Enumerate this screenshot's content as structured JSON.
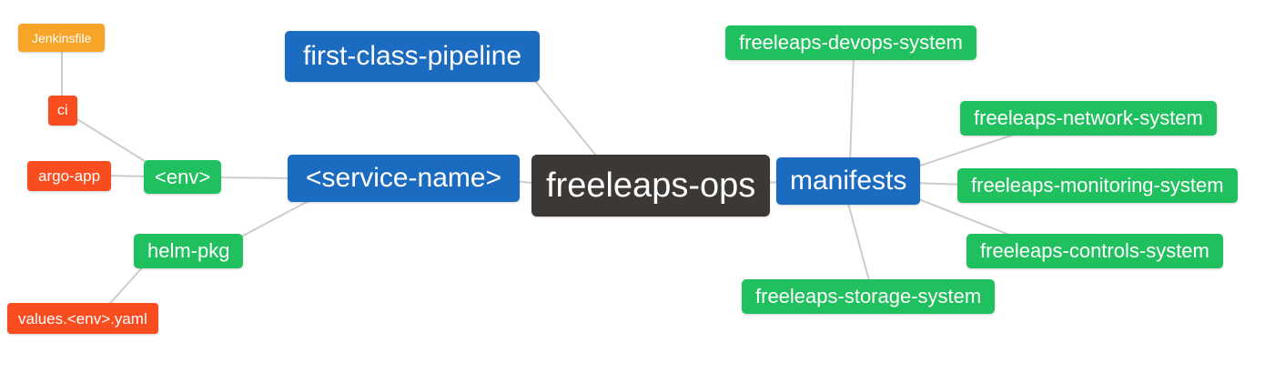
{
  "diagram": {
    "type": "mindmap",
    "root_label": "freeleaps-ops",
    "colors": {
      "root_bg": "#3b3836",
      "branch_bg": "#1b6bc1",
      "sub_branch_bg": "#20c05f",
      "leaf_bg": "#f94c1f",
      "file_bg": "#f7a428",
      "edge": "#cccccc",
      "text": "#ffffff",
      "background": "#ffffff"
    },
    "nodes": {
      "freeleaps_ops": {
        "label": "freeleaps-ops"
      },
      "first_class_pipeline": {
        "label": "first-class-pipeline"
      },
      "service_name": {
        "label": "<service-name>"
      },
      "env": {
        "label": "<env>"
      },
      "ci": {
        "label": "ci"
      },
      "jenkinsfile": {
        "label": "Jenkinsfile"
      },
      "argo_app": {
        "label": "argo-app"
      },
      "helm_pkg": {
        "label": "helm-pkg"
      },
      "values_env_yaml": {
        "label": "values.<env>.yaml"
      },
      "manifests": {
        "label": "manifests"
      },
      "devops_system": {
        "label": "freeleaps-devops-system"
      },
      "network_system": {
        "label": "freeleaps-network-system"
      },
      "monitoring_system": {
        "label": "freeleaps-monitoring-system"
      },
      "controls_system": {
        "label": "freeleaps-controls-system"
      },
      "storage_system": {
        "label": "freeleaps-storage-system"
      }
    },
    "edges": [
      {
        "from": "jenkinsfile",
        "to": "ci"
      },
      {
        "from": "ci",
        "to": "env"
      },
      {
        "from": "argo_app",
        "to": "env"
      },
      {
        "from": "env",
        "to": "service_name"
      },
      {
        "from": "helm_pkg",
        "to": "service_name"
      },
      {
        "from": "values_env_yaml",
        "to": "helm_pkg"
      },
      {
        "from": "first_class_pipeline",
        "to": "freeleaps_ops"
      },
      {
        "from": "service_name",
        "to": "freeleaps_ops"
      },
      {
        "from": "freeleaps_ops",
        "to": "manifests"
      },
      {
        "from": "manifests",
        "to": "devops_system"
      },
      {
        "from": "manifests",
        "to": "network_system"
      },
      {
        "from": "manifests",
        "to": "monitoring_system"
      },
      {
        "from": "manifests",
        "to": "controls_system"
      },
      {
        "from": "manifests",
        "to": "storage_system"
      }
    ]
  }
}
